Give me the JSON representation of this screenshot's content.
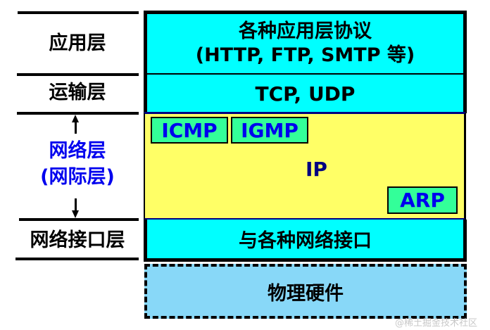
{
  "left_labels": {
    "application": "应用层",
    "transport": "运输层",
    "network_line1": "网络层",
    "network_line2": "(网际层)",
    "link": "网络接口层"
  },
  "stack": {
    "application": {
      "line1": "各种应用层协议",
      "line2": "(HTTP, FTP, SMTP 等)"
    },
    "transport": "TCP, UDP",
    "network": {
      "icmp": "ICMP",
      "igmp": "IGMP",
      "ip": "IP",
      "arp": "ARP"
    },
    "link": "与各种网络接口",
    "physical": "物理硬件"
  },
  "colors": {
    "cyan": "#00ffff",
    "yellow": "#ffff66",
    "green": "#33ff99",
    "protocol_text_blue": "#0000ee",
    "ip_navy": "#000080",
    "physical_blue": "#88d8f8"
  },
  "watermark": "@稀土掘金技术社区"
}
